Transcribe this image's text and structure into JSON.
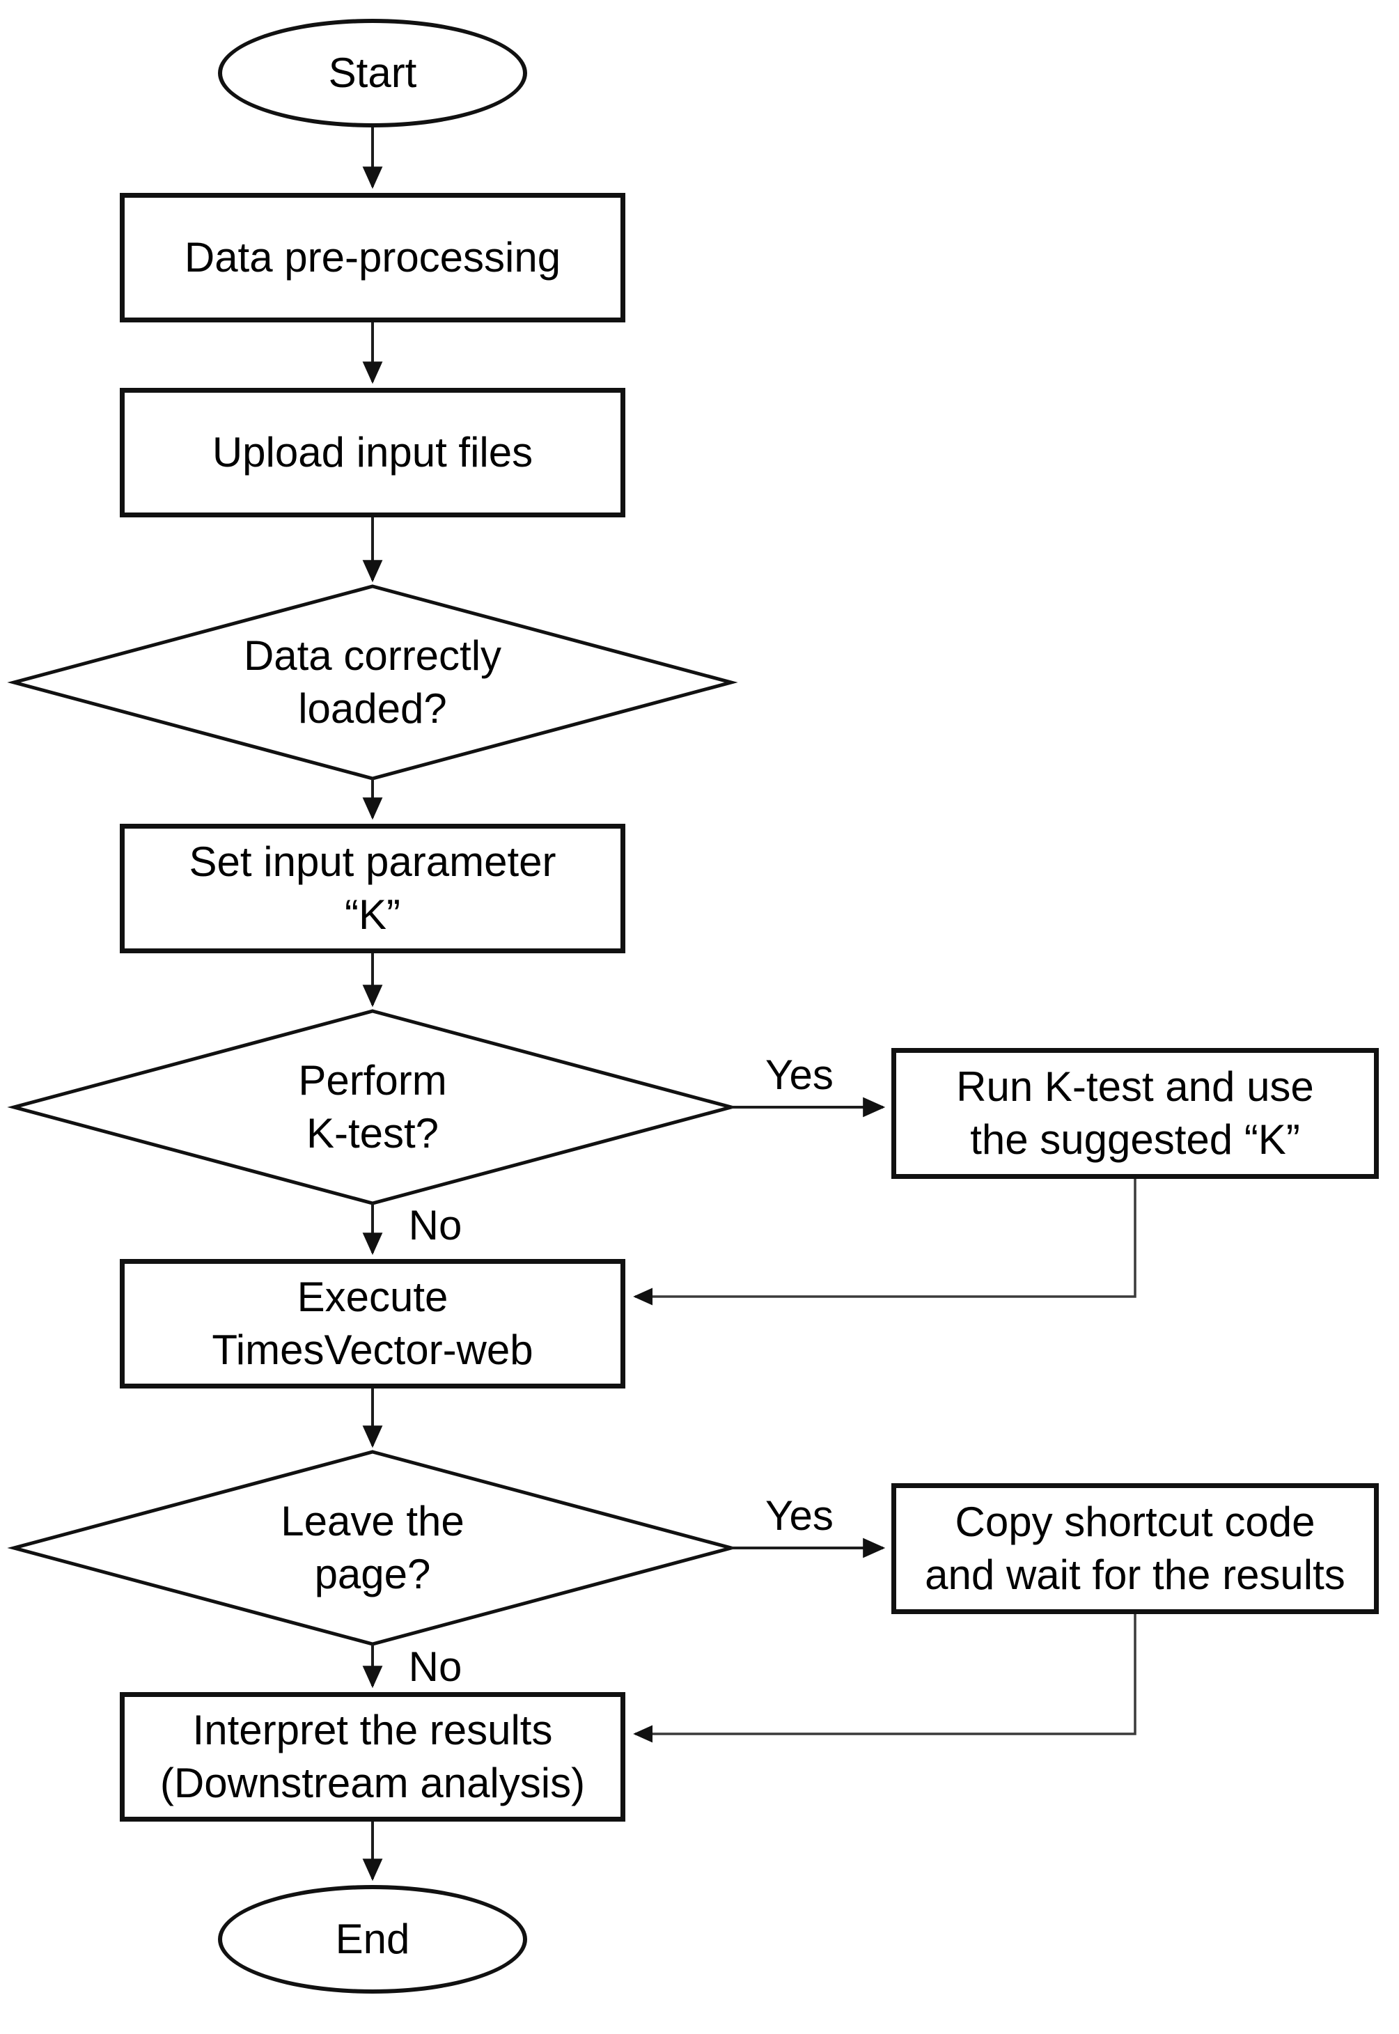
{
  "figure": {
    "kind": "flowchart",
    "colors": {
      "background": "#ffffff",
      "stroke": "#111111",
      "text": "#000000"
    }
  },
  "nodes": {
    "start": {
      "label": "Start"
    },
    "preprocess": {
      "label": "Data pre-processing"
    },
    "upload": {
      "label": "Upload input files"
    },
    "loaded": {
      "line1": "Data correctly",
      "line2": "loaded?"
    },
    "setk": {
      "line1": "Set input parameter",
      "line2": "“K”"
    },
    "ktest": {
      "line1": "Perform",
      "line2": "K-test?"
    },
    "runktest": {
      "line1": "Run K-test and use",
      "line2": "the suggested “K”"
    },
    "execute": {
      "line1": "Execute",
      "line2": "TimesVector-web"
    },
    "leave": {
      "line1": "Leave the",
      "line2": "page?"
    },
    "copycode": {
      "line1": "Copy shortcut code",
      "line2": "and wait for the results"
    },
    "interpret": {
      "line1": "Interpret the results",
      "line2": "(Downstream analysis)"
    },
    "end": {
      "label": "End"
    }
  },
  "edge_labels": {
    "ktest_yes": "Yes",
    "ktest_no": "No",
    "leave_yes": "Yes",
    "leave_no": "No"
  }
}
